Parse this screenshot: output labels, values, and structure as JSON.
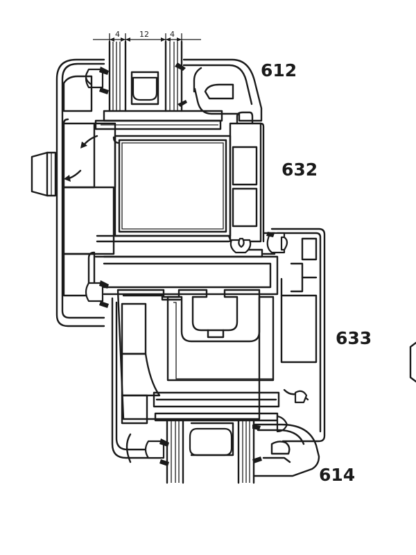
{
  "labels": {
    "profile_612": "612",
    "profile_632": "632",
    "profile_633": "633",
    "profile_614": "614"
  },
  "dimensions": {
    "left_glass": "4",
    "gap": "12",
    "right_glass": "4"
  },
  "colors": {
    "line": "#1a1a1a",
    "background": "#ffffff"
  }
}
